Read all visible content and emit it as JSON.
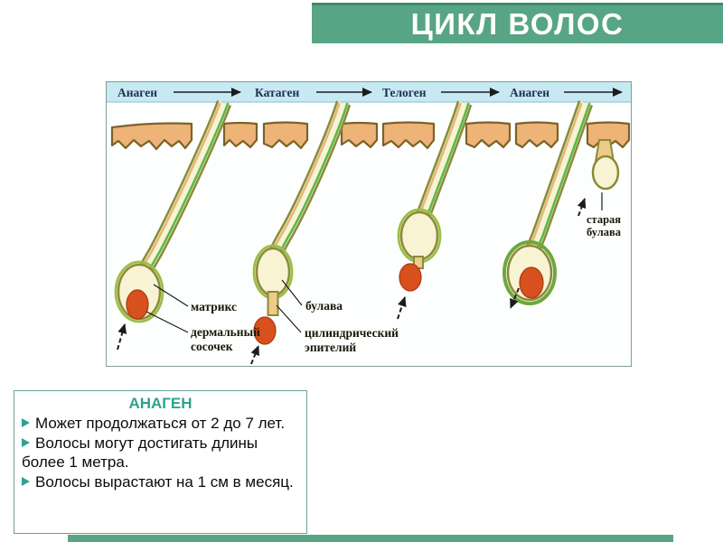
{
  "slide": {
    "title": "ЦИКЛ ВОЛОС",
    "colors": {
      "header_green": "#57A585",
      "header_edge": "#3E8B68",
      "timeline_bg": "#C7E9F2",
      "timeline_ink": "#1F3050",
      "diagram_border": "#7E9E96",
      "skin_fill": "#EDB377",
      "skin_outline": "#7C6228",
      "hair_core": "#F8F3D3",
      "hair_outline": "#8A8A3A",
      "hair_green_stripe": "#5CB84C",
      "papilla_red": "#D8501D",
      "accent_teal": "#2FA28F",
      "info_box_border": "#69A098"
    }
  },
  "diagram": {
    "timeline": [
      "Анаген",
      "Катаген",
      "Телоген",
      "Анаген"
    ],
    "labels": {
      "matrix": "матрикс",
      "dermal_1": "дермальный",
      "dermal_2": "сосочек",
      "club": "булава",
      "epithelium_1": "цилиндрический",
      "epithelium_2": "эпителий",
      "old_club_1": "старая",
      "old_club_2": "булава"
    }
  },
  "info_box": {
    "title": "АНАГЕН",
    "bullet_icon": "arrowhead-right",
    "bullets": [
      "Может продолжаться от 2 до 7 лет.",
      "Волосы могут достигать длины более 1 метра.",
      "Волосы вырастают на 1 см в месяц."
    ]
  }
}
